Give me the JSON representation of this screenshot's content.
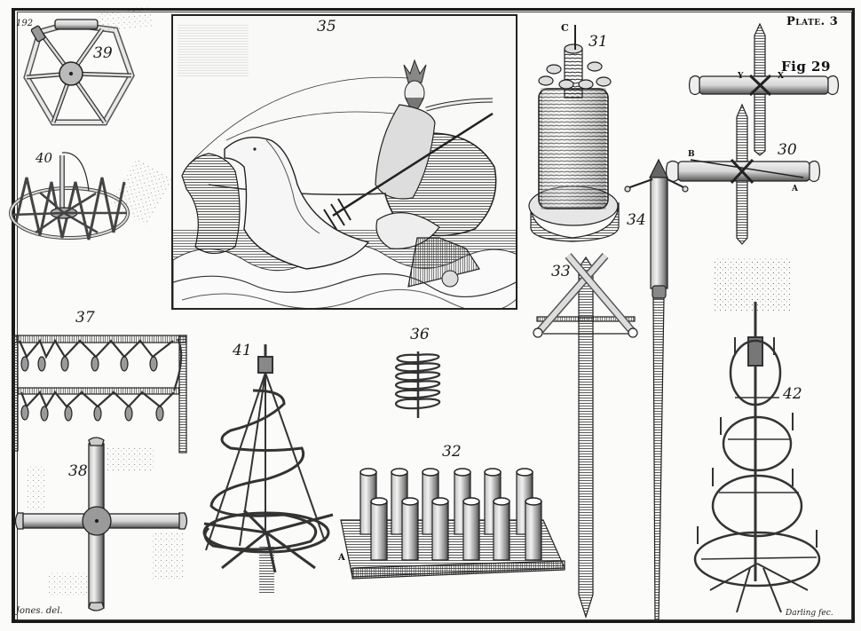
{
  "plate": {
    "title": "Plate. 3",
    "page_number": "192",
    "engraver_left": "Jones. del.",
    "engraver_right": "Darling fec.",
    "fig_heading": "Fig 29"
  },
  "figures": [
    {
      "id": "29",
      "label": "Fig 29",
      "subject": "double-pointed rocket with crossed vanes",
      "letters": [
        "Y",
        "X"
      ]
    },
    {
      "id": "30",
      "label": "30",
      "subject": "rocket with crossed vanes",
      "letters": [
        "B",
        "A"
      ]
    },
    {
      "id": "31",
      "label": "31",
      "subject": "bound cluster of cases",
      "letters": [
        "C"
      ]
    },
    {
      "id": "32",
      "label": "32",
      "subject": "board with twelve tubes",
      "letters": [
        "A"
      ]
    },
    {
      "id": "33",
      "label": "33",
      "subject": "crossed cases on stake"
    },
    {
      "id": "34",
      "label": "34",
      "subject": "rocket on long stick"
    },
    {
      "id": "35",
      "label": "35",
      "subject": "Neptune in shell chariot drawn by sea horses"
    },
    {
      "id": "36",
      "label": "36",
      "subject": "looped serpent cord"
    },
    {
      "id": "37",
      "label": "37",
      "subject": "frame with hanging festoons"
    },
    {
      "id": "38",
      "label": "38",
      "subject": "four-armed spinning wheel"
    },
    {
      "id": "39",
      "label": "39",
      "subject": "hexagonal wheel"
    },
    {
      "id": "40",
      "label": "40",
      "subject": "horizontal wheel with zigzag"
    },
    {
      "id": "41",
      "label": "41",
      "subject": "conical spiral tree"
    },
    {
      "id": "42",
      "label": "42",
      "subject": "spiral fountain tree"
    }
  ],
  "colors": {
    "ink": "#1a1a1a",
    "paper": "#fbfbfa",
    "shade": "#6a6a6a"
  }
}
